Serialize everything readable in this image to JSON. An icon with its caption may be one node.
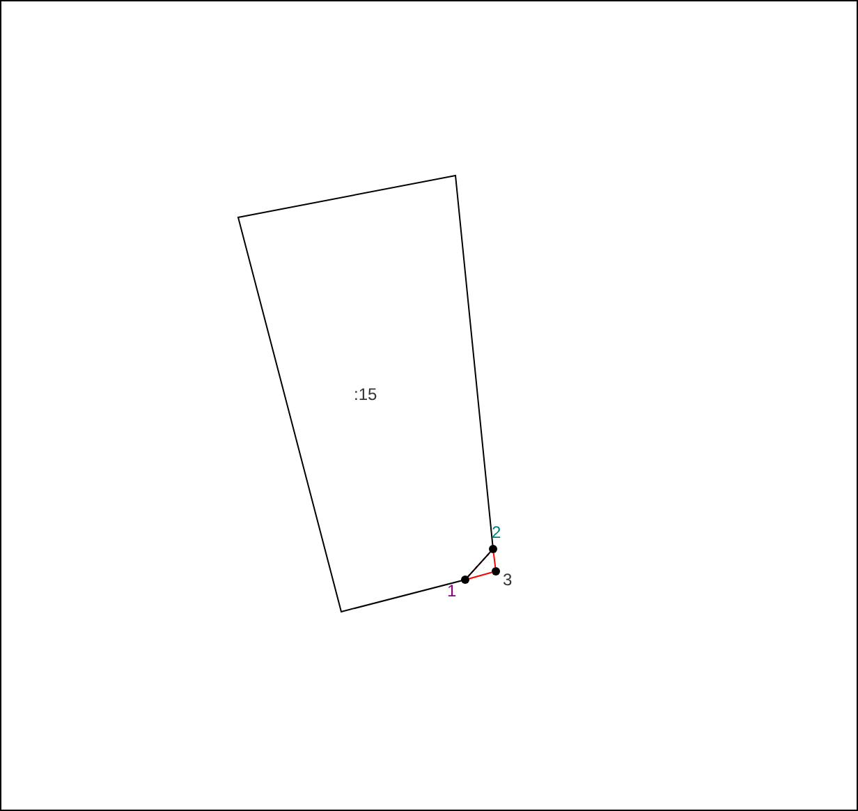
{
  "diagram": {
    "nodes": [
      {
        "text": [
          ":15"
        ]
      },
      {
        "text": [
          "1"
        ]
      },
      {
        "text": [
          "2"
        ]
      },
      {
        "text": [
          "3"
        ]
      }
    ],
    "edges": [
      {
        "from": 1,
        "to": 2,
        "arrow": "none",
        "style": "dashed",
        "color": "#ff0000"
      },
      {
        "from": 2,
        "to": 3,
        "arrow": "none",
        "color": "#ff0000"
      },
      {
        "from": 3,
        "to": 1,
        "arrow": "none",
        "color": "#ff0000"
      }
    ]
  }
}
